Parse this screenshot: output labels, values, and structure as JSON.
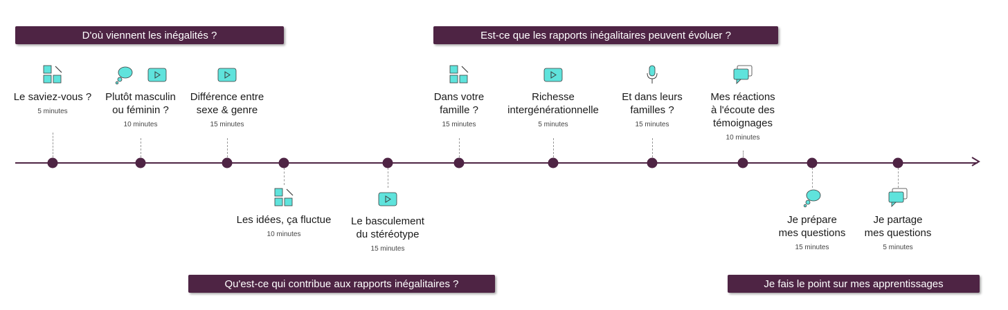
{
  "banners": {
    "b1": "D'où viennent les inégalités ?",
    "b2": "Est-ce que les rapports inégalitaires peuvent évoluer ?",
    "b3": "Qu'est-ce qui contribue aux rapports inégalitaires ?",
    "b4": "Je fais le point sur mes apprentissages"
  },
  "steps": [
    {
      "title": "Le saviez-vous ?",
      "duration": "5 minutes",
      "icons": [
        "quiz-icon"
      ]
    },
    {
      "title": "Plutôt masculin\nou féminin ?",
      "duration": "10 minutes",
      "icons": [
        "thought-cloud-icon",
        "video-icon"
      ]
    },
    {
      "title": "Différence entre\nsexe & genre",
      "duration": "15 minutes",
      "icons": [
        "video-icon"
      ]
    },
    {
      "title": "Les idées, ça fluctue",
      "duration": "10 minutes",
      "icons": [
        "quiz-icon"
      ]
    },
    {
      "title": "Le basculement\ndu stéréotype",
      "duration": "15 minutes",
      "icons": [
        "video-icon"
      ]
    },
    {
      "title": "Dans votre\nfamille ?",
      "duration": "15 minutes",
      "icons": [
        "quiz-icon"
      ]
    },
    {
      "title": "Richesse\nintergénérationnelle",
      "duration": "5 minutes",
      "icons": [
        "video-icon"
      ]
    },
    {
      "title": "Et dans leurs\nfamilles ?",
      "duration": "15 minutes",
      "icons": [
        "microphone-icon"
      ]
    },
    {
      "title": "Mes réactions\nà l'écoute des\ntémoignages",
      "duration": "10 minutes",
      "icons": [
        "chat-bubbles-icon"
      ]
    },
    {
      "title": "Je prépare\nmes questions",
      "duration": "15 minutes",
      "icons": [
        "thought-cloud-icon"
      ]
    },
    {
      "title": "Je partage\nmes questions",
      "duration": "5 minutes",
      "icons": [
        "chat-bubbles-icon"
      ]
    }
  ],
  "colors": {
    "accent": "#4e2444",
    "icon_fill": "#5fe3dc"
  }
}
